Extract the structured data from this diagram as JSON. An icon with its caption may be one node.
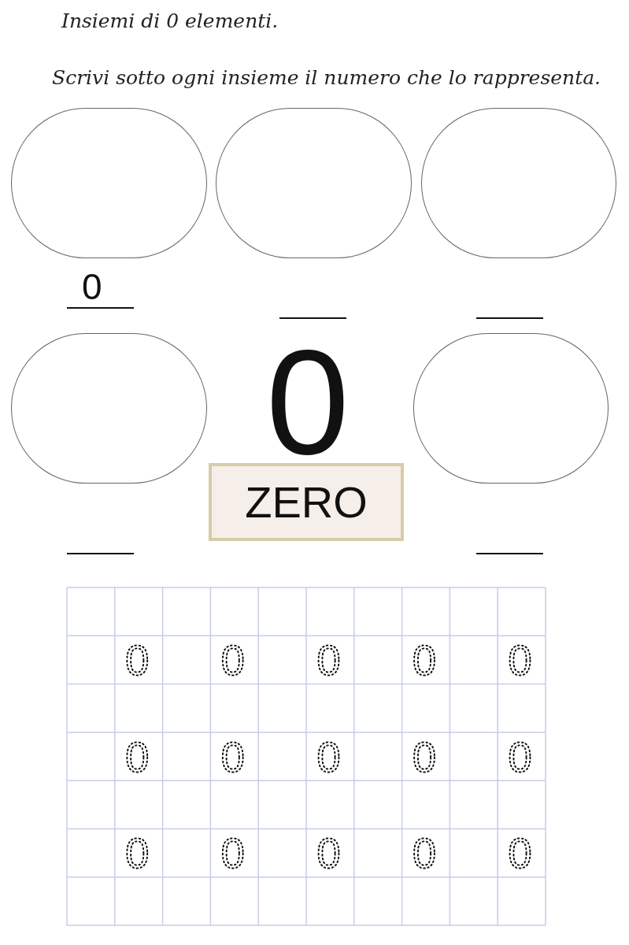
{
  "diagram": {
    "title": "Insiemi di 0 elementi.",
    "nodes": [
      {
        "text": [],
        "shape": "circle"
      },
      {
        "text": [],
        "shape": "circle"
      },
      {
        "text": [],
        "shape": "circle"
      },
      {
        "text": [],
        "shape": "circle"
      },
      {
        "text": [],
        "shape": "circle"
      },
      {
        "text": [
          "ZERO"
        ]
      }
    ],
    "labels": [
      "Scrivi sotto ogni insieme il numero che lo rappresenta.",
      "0",
      "0",
      "0",
      "0",
      "0",
      "0",
      "0",
      "0",
      "0",
      "0",
      "0",
      "0",
      "0",
      "0",
      "0",
      "0",
      "0"
    ]
  }
}
